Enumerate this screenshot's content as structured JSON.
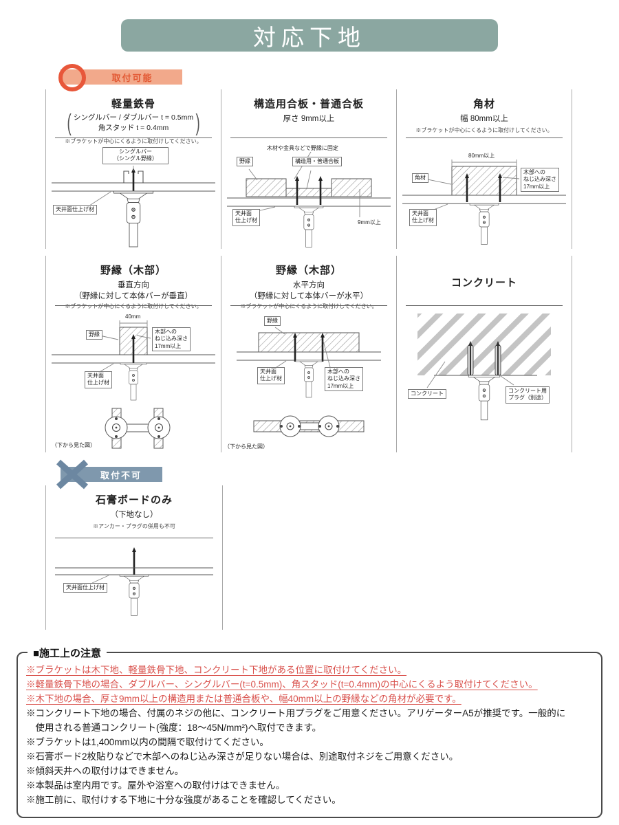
{
  "page": {
    "title": "対応下地"
  },
  "colors": {
    "header_bg": "#8BA7A1",
    "ok_badge_bg": "#F2A98B",
    "ok_accent": "#E8573A",
    "ng_badge_bg": "#7F98AD",
    "ng_accent": "#6C87A1",
    "note_red": "#D9504B"
  },
  "mountable": {
    "badge": "取付可能",
    "icon": "circle-ok-icon",
    "panels": [
      {
        "title": "軽量鉄骨",
        "spec_line1": "シングルバー / ダブルバー t = 0.5mm",
        "spec_line2": "角スタッド t = 0.4mm",
        "note": "※ブラケットが中心にくるように取付けしてください。",
        "label_bar": "シングルバー\n（シングル野縁）",
        "label_ceiling": "天井面仕上げ材"
      },
      {
        "title": "構造用合板・普通合板",
        "subtitle": "厚さ 9mm以上",
        "label_fix": "木材や金具などで野縁に固定",
        "label_nobuchi": "野縁",
        "label_plywood": "構造用・普通合板",
        "label_ceiling": "天井面\n仕上げ材",
        "label_9mm": "9mm以上"
      },
      {
        "title": "角材",
        "subtitle": "幅 80mm以上",
        "note": "※ブラケットが中心にくるように取付けしてください。",
        "label_80": "80mm以上",
        "label_kakuzai": "角材",
        "label_screw": "木部への\nねじ込み深さ\n17mm以上",
        "label_ceiling": "天井面\n仕上げ材"
      },
      {
        "title": "野縁（木部）",
        "subtitle": "垂直方向",
        "subtitle2": "（野縁に対して本体バーが垂直）",
        "note": "※ブラケットが中心にくるように取付けしてください。",
        "label_40": "40mm",
        "label_nobuchi": "野縁",
        "label_screw": "木部への\nねじ込み深さ\n17mm以上",
        "label_ceiling": "天井面\n仕上げ材",
        "caption": "（下から見た図）"
      },
      {
        "title": "野縁（木部）",
        "subtitle": "水平方向",
        "subtitle2": "（野縁に対して本体バーが水平）",
        "note": "※ブラケットが中心にくるように取付けしてください。",
        "label_nobuchi": "野縁",
        "label_ceiling": "天井面\n仕上げ材",
        "label_screw": "木部への\nねじ込み深さ\n17mm以上",
        "caption": "（下から見た図）"
      },
      {
        "title": "コンクリート",
        "label_concrete": "コンクリート",
        "label_plug": "コンクリート用\nプラグ（別途）"
      }
    ]
  },
  "not_mountable": {
    "badge": "取付不可",
    "icon": "x-ng-icon",
    "panel": {
      "title": "石膏ボードのみ",
      "subtitle": "（下地なし）",
      "note": "※アンカー・プラグの併用も不可",
      "label_ceiling": "天井面仕上げ材"
    }
  },
  "notes": {
    "title": "■施工上の注意",
    "items": [
      {
        "text": "※ブラケットは木下地、軽量鉄骨下地、コンクリート下地がある位置に取付けてください。",
        "emphasis": true
      },
      {
        "text": "※軽量鉄骨下地の場合、ダブルバー、シングルバー(t=0.5mm)、角スタッド(t=0.4mm)の中心にくるよう取付けてください。",
        "emphasis": true
      },
      {
        "text": "※木下地の場合、厚さ9mm以上の構造用または普通合板や、幅40mm以上の野縁などの角材が必要です。",
        "emphasis": true
      },
      {
        "text": "※コンクリート下地の場合、付属のネジの他に、コンクリート用プラグをご用意ください。アリゲーターA5が推奨です。一般的に\n使用される普通コンクリート(強度：18～45N/mm²)へ取付できます。",
        "emphasis": false
      },
      {
        "text": "※ブラケットは1,400mm以内の間隔で取付けてください。",
        "emphasis": false
      },
      {
        "text": "※石膏ボード2枚貼りなどで木部へのねじ込み深さが足りない場合は、別途取付ネジをご用意ください。",
        "emphasis": false
      },
      {
        "text": "※傾斜天井への取付けはできません。",
        "emphasis": false
      },
      {
        "text": "※本製品は室内用です。屋外や浴室への取付けはできません。",
        "emphasis": false
      },
      {
        "text": "※施工前に、取付けする下地に十分な強度があることを確認してください。",
        "emphasis": false
      }
    ]
  }
}
